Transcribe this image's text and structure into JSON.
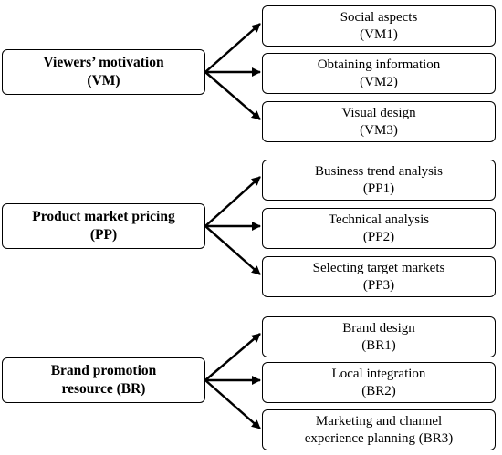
{
  "groups": [
    {
      "main": {
        "line1": "Viewers’ motivation",
        "line2": "(VM)"
      },
      "subs": [
        {
          "line1": "Social aspects",
          "line2": "(VM1)"
        },
        {
          "line1": "Obtaining information",
          "line2": "(VM2)"
        },
        {
          "line1": "Visual design",
          "line2": "(VM3)"
        }
      ]
    },
    {
      "main": {
        "line1": "Product market pricing",
        "line2": "(PP)"
      },
      "subs": [
        {
          "line1": "Business trend analysis",
          "line2": "(PP1)"
        },
        {
          "line1": "Technical analysis",
          "line2": "(PP2)"
        },
        {
          "line1": "Selecting target markets",
          "line2": "(PP3)"
        }
      ]
    },
    {
      "main": {
        "line1": "Brand promotion",
        "line2": "resource (BR)"
      },
      "subs": [
        {
          "line1": "Brand design",
          "line2": "(BR1)"
        },
        {
          "line1": "Local integration",
          "line2": "(BR2)"
        },
        {
          "line1": "Marketing and channel",
          "line2": "experience planning (BR3)"
        }
      ]
    }
  ]
}
